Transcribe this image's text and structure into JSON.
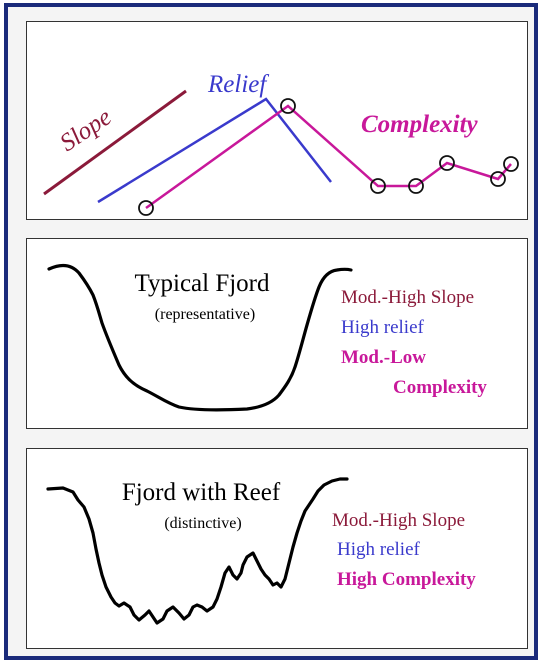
{
  "legend_diagram": {
    "slope_label": "Slope",
    "relief_label": "Relief",
    "complexity_label": "Complexity",
    "colors": {
      "slope": "#8b1a3a",
      "relief": "#3a3acc",
      "complexity": "#c8189a"
    }
  },
  "fjord_typical": {
    "title": "Typical Fjord",
    "subtitle": "(representative)",
    "slope_text": "Mod.-High Slope",
    "relief_text": "High relief",
    "complexity_line1": "Mod.-Low",
    "complexity_line2": "Complexity"
  },
  "fjord_reef": {
    "title": "Fjord with Reef",
    "subtitle": "(distinctive)",
    "slope_text": "Mod.-High Slope",
    "relief_text": "High relief",
    "complexity_text": "High Complexity"
  }
}
